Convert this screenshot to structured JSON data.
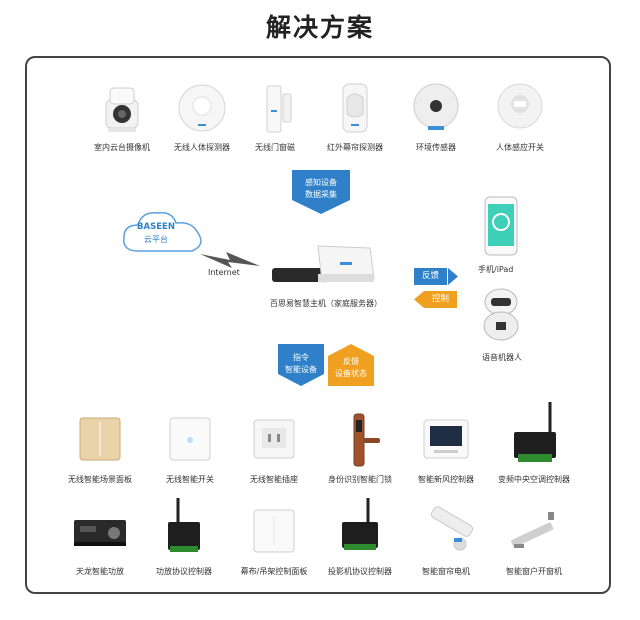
{
  "title": "解决方案",
  "top_devices": [
    {
      "label": "室内云台摄像机",
      "icon": "camera-icon"
    },
    {
      "label": "无线人体探测器",
      "icon": "motion-sensor-icon"
    },
    {
      "label": "无线门窗磁",
      "icon": "door-sensor-icon"
    },
    {
      "label": "红外幕帘探测器",
      "icon": "curtain-detector-icon"
    },
    {
      "label": "环境传感器",
      "icon": "environment-sensor-icon"
    },
    {
      "label": "人体感应开关",
      "icon": "body-sensor-switch-icon"
    }
  ],
  "sense_arrow": {
    "line1": "感知设备",
    "line2": "数据采集"
  },
  "cloud": {
    "brand": "BASEEN",
    "subtitle": "云平台"
  },
  "internet_label": "Internet",
  "hub_label": "百思易智慧主机（家庭服务器）",
  "feedback_tag": "反馈",
  "control_tag": "控制",
  "mobile_label": "手机/iPad",
  "robot_label": "语音机器人",
  "command_arrow": {
    "line1": "指令",
    "line2": "智能设备"
  },
  "feedback_arrow": {
    "line1": "反馈",
    "line2": "设备状态"
  },
  "bottom_devices_row1": [
    {
      "label": "无线智能场景面板",
      "icon": "scene-panel-icon"
    },
    {
      "label": "无线智能开关",
      "icon": "smart-switch-icon"
    },
    {
      "label": "无线智能插座",
      "icon": "smart-socket-icon"
    },
    {
      "label": "身份识别智能门锁",
      "icon": "door-lock-icon"
    },
    {
      "label": "智能新风控制器",
      "icon": "fresh-air-controller-icon"
    },
    {
      "label": "变频中央空调控制器",
      "icon": "ac-controller-icon"
    }
  ],
  "bottom_devices_row2": [
    {
      "label": "天龙智能功放",
      "icon": "amplifier-icon"
    },
    {
      "label": "功放协议控制器",
      "icon": "amp-protocol-controller-icon"
    },
    {
      "label": "幕布/吊架控制面板",
      "icon": "screen-panel-icon"
    },
    {
      "label": "投影机协议控制器",
      "icon": "projector-controller-icon"
    },
    {
      "label": "智能窗帘电机",
      "icon": "curtain-motor-icon"
    },
    {
      "label": "智能窗户开窗机",
      "icon": "window-opener-icon"
    }
  ]
}
